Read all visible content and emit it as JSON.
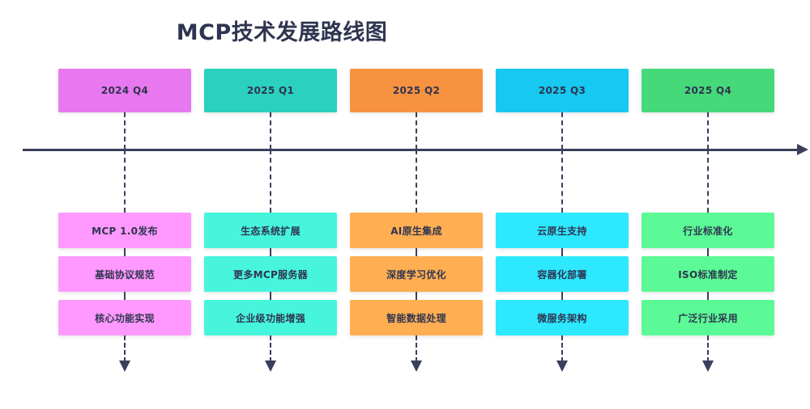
{
  "title": "MCP技术发展路线图",
  "timeline": {
    "axis_arrow_icon": "arrow-right-icon",
    "axis_color": "#3a3f5c",
    "connector_style": "dashed",
    "down_arrow_icon": "arrow-down-icon"
  },
  "columns": [
    {
      "quarter": "2024 Q4",
      "header_color": "#E878F0",
      "item_color": "#FF99FF",
      "items": [
        "MCP 1.0发布",
        "基础协议规范",
        "核心功能实现"
      ]
    },
    {
      "quarter": "2025 Q1",
      "header_color": "#2BD1BE",
      "item_color": "#46F5DC",
      "items": [
        "生态系统扩展",
        "更多MCP服务器",
        "企业级功能增强"
      ]
    },
    {
      "quarter": "2025 Q2",
      "header_color": "#F79240",
      "item_color": "#FFAE52",
      "items": [
        "AI原生集成",
        "深度学习优化",
        "智能数据处理"
      ]
    },
    {
      "quarter": "2025 Q3",
      "header_color": "#17C8F0",
      "item_color": "#2DE8FF",
      "items": [
        "云原生支持",
        "容器化部署",
        "微服务架构"
      ]
    },
    {
      "quarter": "2025 Q4",
      "header_color": "#46D97A",
      "item_color": "#5BFA96",
      "items": [
        "行业标准化",
        "ISO标准制定",
        "广泛行业采用"
      ]
    }
  ]
}
